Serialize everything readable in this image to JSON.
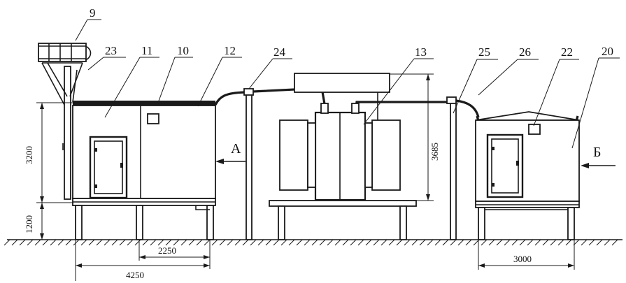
{
  "labels": {
    "l9": "9",
    "l23": "23",
    "l11": "11",
    "l10": "10",
    "l12": "12",
    "l24": "24",
    "l13": "13",
    "l25": "25",
    "l26": "26",
    "l22": "22",
    "l20": "20"
  },
  "views": {
    "a": "А",
    "b": "Б"
  },
  "dimensions": {
    "h3200": "3200",
    "h1200": "1200",
    "h3685": "3685",
    "w2250": "2250",
    "w4250": "4250",
    "w3000": "3000"
  }
}
